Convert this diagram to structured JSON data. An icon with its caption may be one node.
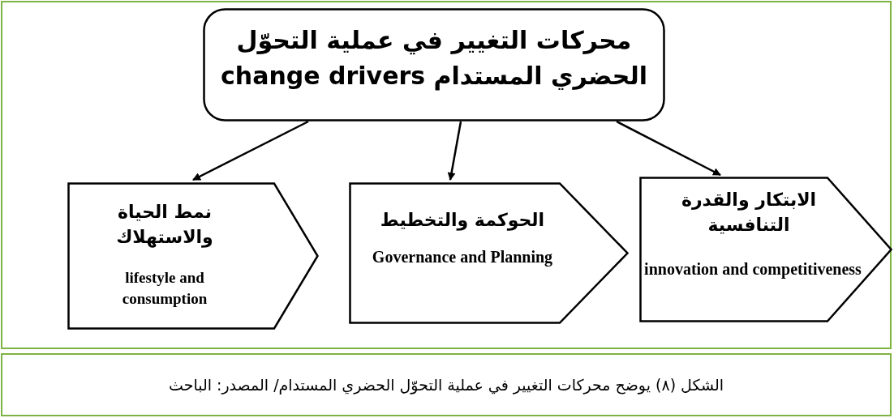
{
  "diagram": {
    "caption": "الشكل (٨) يوضح محركات التغيير في عملية التحوّل الحضري المستدام/ المصدر: الباحث",
    "nodes": [
      {
        "text": [
          "محركات التغيير في عملية التحوّل الحضري المستدام change drivers"
        ]
      },
      {
        "text": [
          "نمط الحياة والاستهلاك",
          "lifestyle and consumption"
        ]
      },
      {
        "text": [
          "الحوكمة والتخطيط",
          "Governance and Planning"
        ]
      },
      {
        "text": [
          "الابتكار والقدرة التنافسية",
          "innovation and competitiveness"
        ]
      }
    ],
    "edges": [
      {
        "from": 0,
        "to": 1,
        "arrow": "to"
      },
      {
        "from": 0,
        "to": 2,
        "arrow": "to"
      },
      {
        "from": 0,
        "to": 3,
        "arrow": "to"
      }
    ]
  }
}
